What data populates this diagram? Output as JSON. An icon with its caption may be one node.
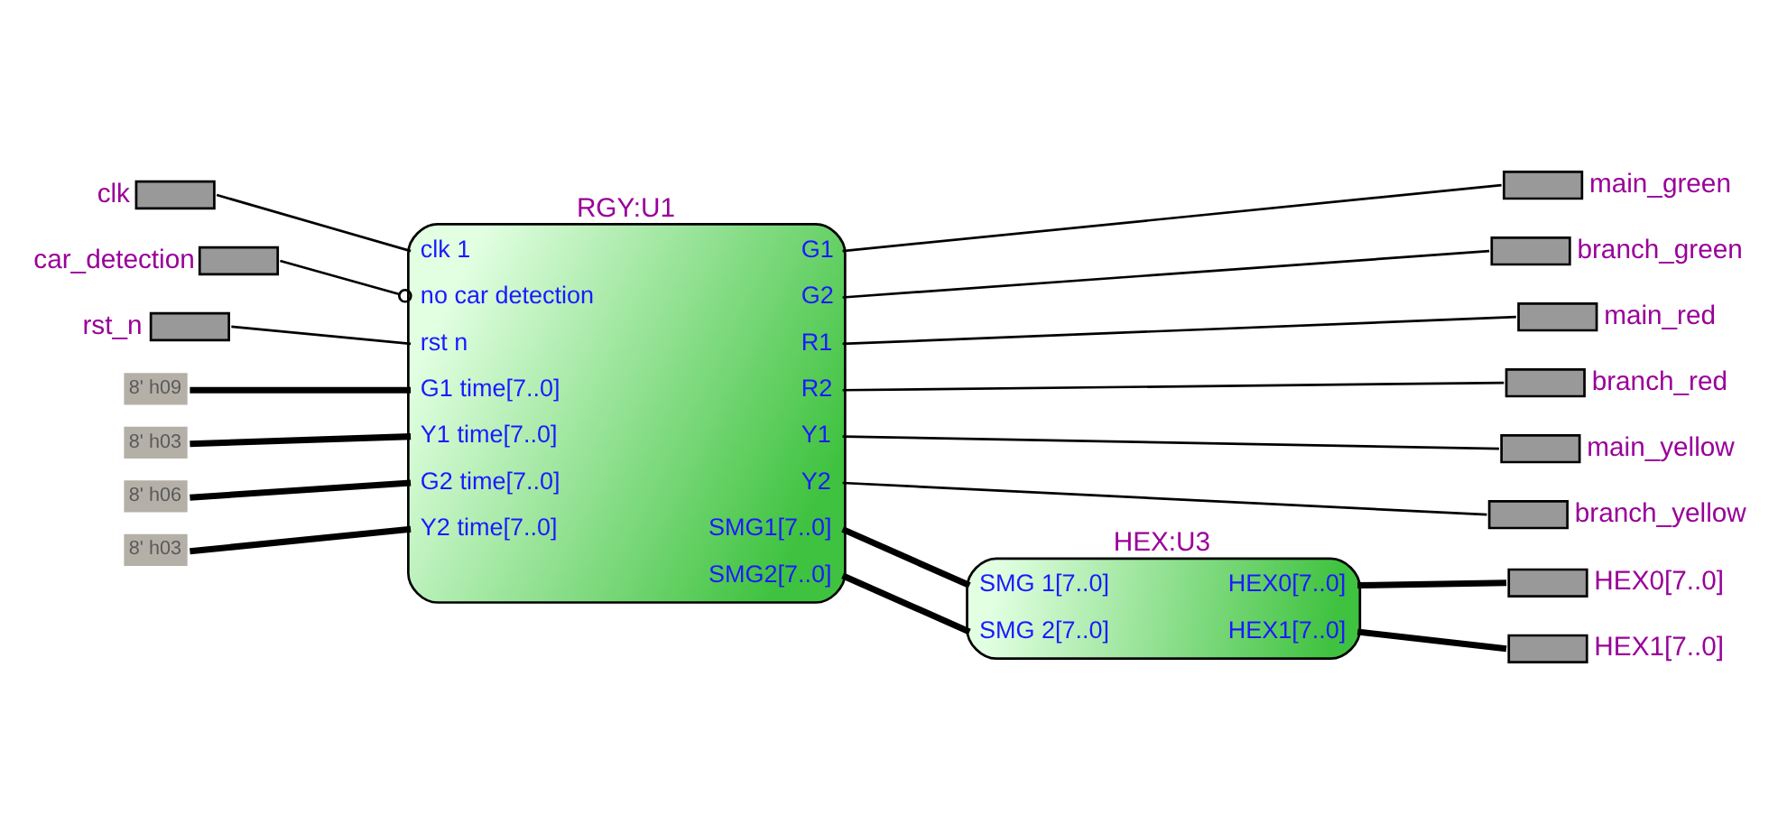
{
  "diagram": {
    "nodes": [
      {
        "text": [
          "clk"
        ]
      },
      {
        "text": [
          "car_detection"
        ]
      },
      {
        "text": [
          "rst_n"
        ]
      },
      {
        "text": [
          "8' h09"
        ]
      },
      {
        "text": [
          "8' h03"
        ]
      },
      {
        "text": [
          "8' h06"
        ]
      },
      {
        "text": [
          "8' h03"
        ]
      },
      {
        "text": [
          "RGY:U1",
          "clk 1",
          "no car detection",
          "rst n",
          "G1 time[7..0]",
          "Y1 time[7..0]",
          "G2 time[7..0]",
          "Y2 time[7..0]",
          "G1",
          "G2",
          "R1",
          "R2",
          "Y1",
          "Y2",
          "SMG1[7..0]",
          "SMG2[7..0]"
        ]
      },
      {
        "text": [
          "main_green"
        ]
      },
      {
        "text": [
          "branch_green"
        ]
      },
      {
        "text": [
          "main_red"
        ]
      },
      {
        "text": [
          "branch_red"
        ]
      },
      {
        "text": [
          "HEX:U3",
          "SMG 1[7..0]",
          "SMG 2[7..0]",
          "HEX0[7..0]",
          "HEX1[7..0]"
        ]
      },
      {
        "text": [
          "HEX0[7..0]"
        ]
      },
      {
        "text": [
          "HEX1[7..0]"
        ]
      },
      {
        "text": [
          "branch_yellow"
        ]
      },
      {
        "text": [
          "main_yellow"
        ]
      }
    ],
    "edges": [
      {
        "from": 0,
        "to": 7,
        "arrow": "none"
      },
      {
        "from": 1,
        "to": 7,
        "arrow": "other"
      },
      {
        "from": 2,
        "to": 7,
        "arrow": "none"
      },
      {
        "from": 3,
        "to": 7,
        "arrow": "none",
        "style": "thick"
      },
      {
        "from": 4,
        "to": 7,
        "arrow": "none",
        "style": "thick"
      },
      {
        "from": 5,
        "to": 7,
        "arrow": "none",
        "style": "thick"
      },
      {
        "from": 6,
        "to": 7,
        "arrow": "none",
        "style": "thick"
      },
      {
        "from": 7,
        "to": 8,
        "arrow": "none"
      },
      {
        "from": 7,
        "to": 9,
        "arrow": "none"
      },
      {
        "from": 7,
        "to": 10,
        "arrow": "none"
      },
      {
        "from": 7,
        "to": 11,
        "arrow": "none"
      },
      {
        "from": 7,
        "to": 16,
        "arrow": "none"
      },
      {
        "from": 7,
        "to": 15,
        "arrow": "none"
      },
      {
        "from": 7,
        "to": 12,
        "arrow": "none",
        "style": "thick"
      },
      {
        "from": 7,
        "to": 12,
        "arrow": "none",
        "style": "thick"
      },
      {
        "from": 12,
        "to": 13,
        "arrow": "none",
        "style": "thick"
      },
      {
        "from": 12,
        "to": 14,
        "arrow": "none",
        "style": "thick"
      }
    ]
  }
}
